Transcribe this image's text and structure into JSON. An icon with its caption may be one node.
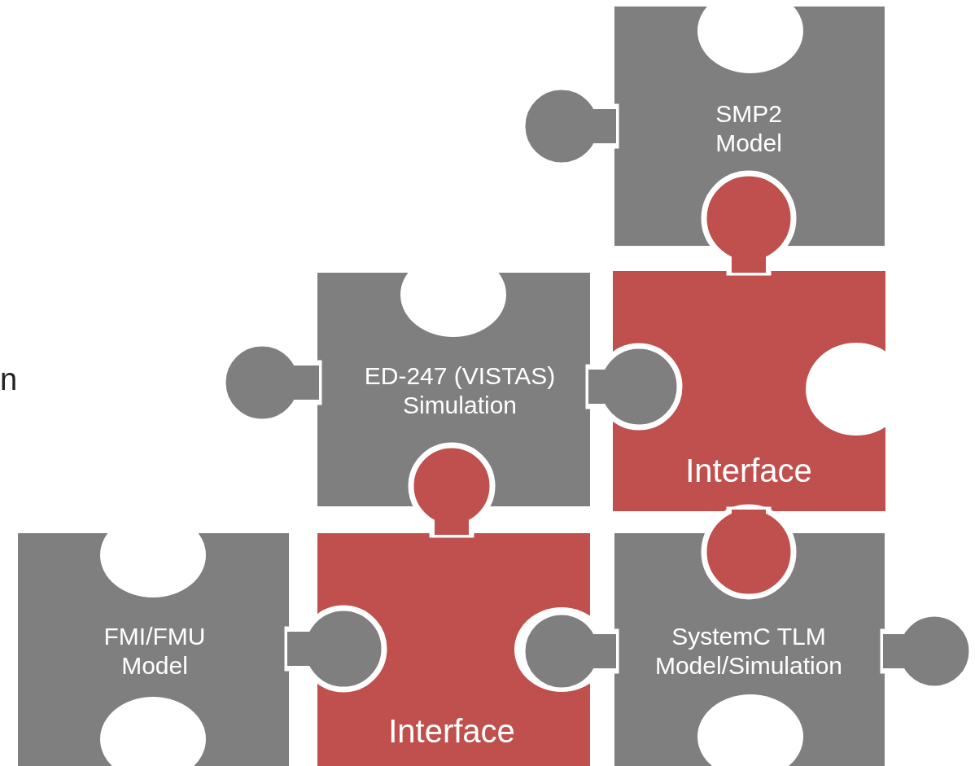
{
  "diagram": {
    "nodes": [
      {
        "text": [
          "SMP2 Model"
        ]
      },
      {
        "text": [
          "Interface"
        ]
      },
      {
        "text": [
          "ED-247 (VISTAS) Simulation"
        ]
      },
      {
        "text": [
          "FMI/FMU Model"
        ]
      },
      {
        "text": [
          "Interface"
        ]
      },
      {
        "text": [
          "SystemC TLM Model/Simulation"
        ]
      }
    ],
    "labels": [
      "n"
    ]
  }
}
